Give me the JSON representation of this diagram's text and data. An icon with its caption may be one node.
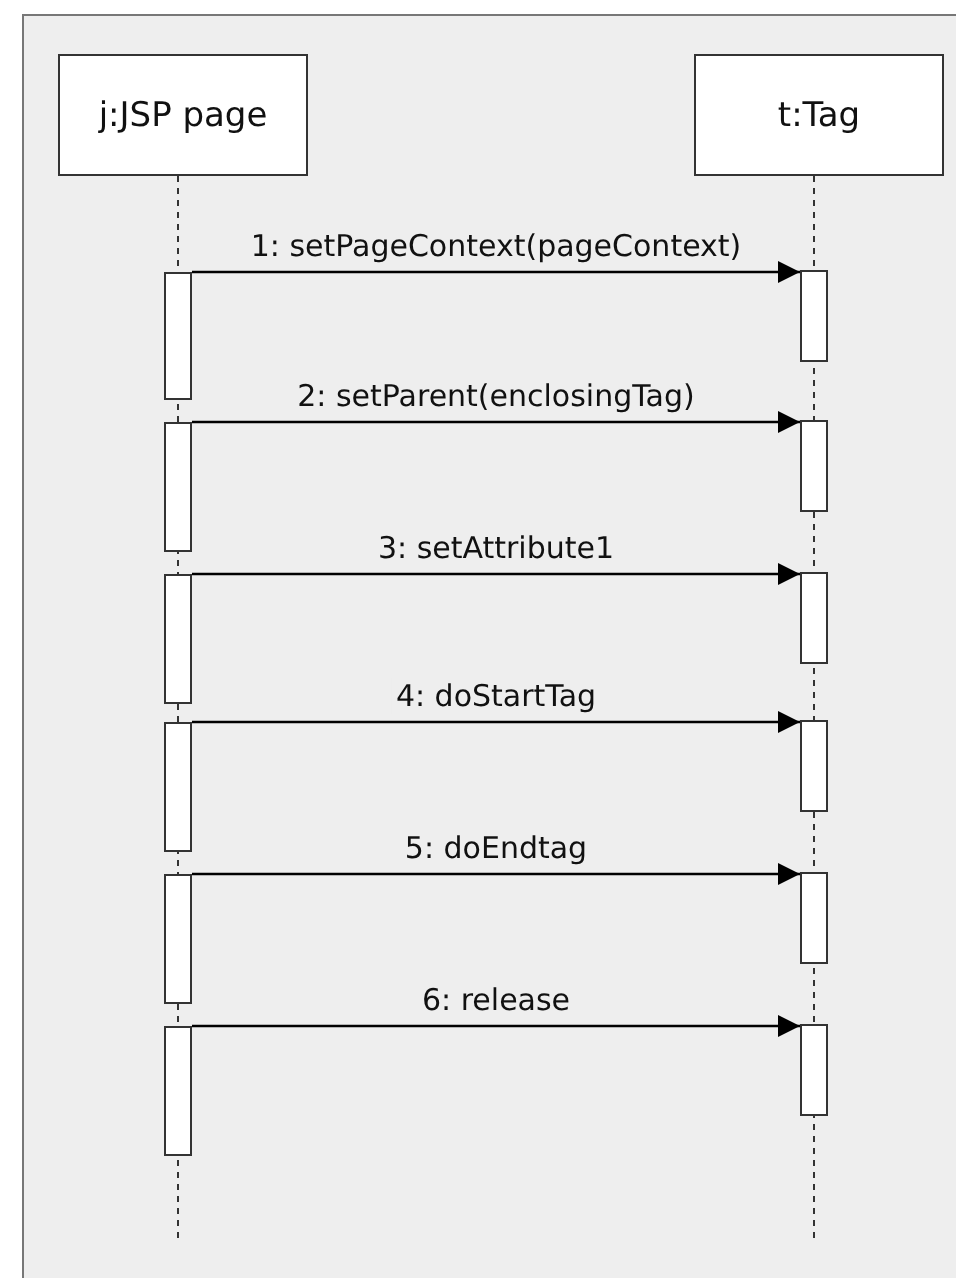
{
  "diagram": {
    "nodes": [
      {
        "text": [
          "j:JSP page"
        ]
      },
      {
        "text": [
          "t:Tag"
        ]
      },
      {
        "text": [],
        "shape": "bar"
      },
      {
        "text": [],
        "shape": "bar"
      },
      {
        "text": [],
        "shape": "bar"
      },
      {
        "text": [],
        "shape": "bar"
      },
      {
        "text": [],
        "shape": "bar"
      },
      {
        "text": [],
        "shape": "bar"
      },
      {
        "text": [],
        "shape": "bar"
      },
      {
        "text": [],
        "shape": "bar"
      },
      {
        "text": [],
        "shape": "bar"
      },
      {
        "text": [],
        "shape": "bar"
      },
      {
        "text": [],
        "shape": "bar"
      },
      {
        "text": [],
        "shape": "bar"
      }
    ],
    "edges": [
      {
        "from": 2,
        "to": 3,
        "arrow": "to",
        "label": "1: setPageContext(pageContext)"
      },
      {
        "from": 4,
        "to": 5,
        "arrow": "to",
        "label": "2: setParent(enclosingTag)"
      },
      {
        "from": 6,
        "to": 7,
        "arrow": "to",
        "label": "3: setAttribute1"
      },
      {
        "from": 8,
        "to": 9,
        "arrow": "to",
        "label": "4: doStartTag"
      },
      {
        "from": 10,
        "to": 11,
        "arrow": "to",
        "label": "5: doEndtag"
      },
      {
        "from": 12,
        "to": 13,
        "arrow": "to",
        "label": "6: release"
      }
    ]
  }
}
